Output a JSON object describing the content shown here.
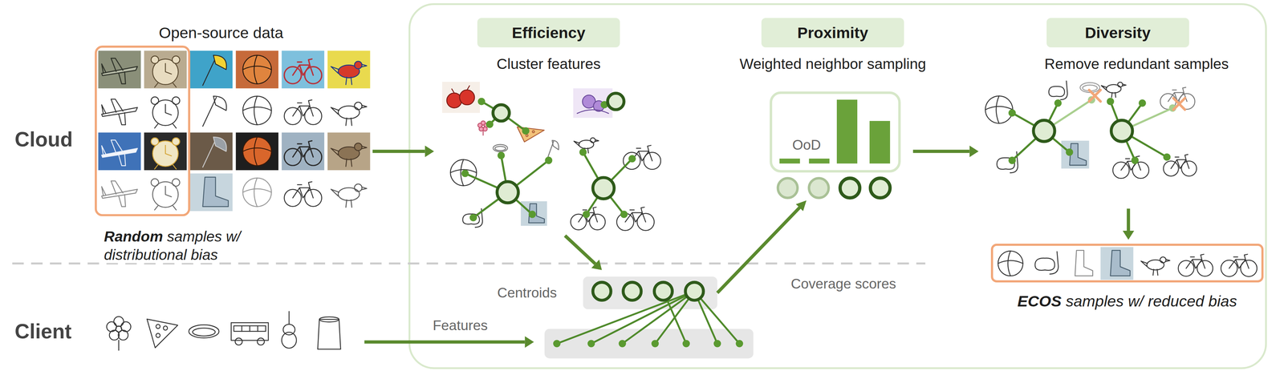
{
  "diagram": {
    "nodes": [
      {
        "text": [
          "Efficiency"
        ]
      },
      {
        "text": [
          "Proximity"
        ]
      },
      {
        "text": [
          "Diversity"
        ]
      },
      {
        "text": [
          "Centroids"
        ]
      },
      {
        "text": [
          "OoD"
        ]
      },
      {
        "text": [
          "ECOS",
          "samples w/ reduced bias"
        ]
      }
    ],
    "edges": [
      {
        "from": 3,
        "to": 4,
        "arrow": "to",
        "label": "Coverage scores"
      }
    ],
    "labels": [
      "Open-source data",
      "Cloud",
      "Client",
      "Random",
      "samples w/ distributional bias",
      "Cluster features",
      "Weighted neighbor sampling",
      "Remove redundant samples",
      "Features"
    ]
  }
}
